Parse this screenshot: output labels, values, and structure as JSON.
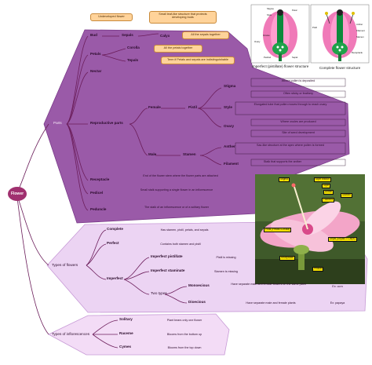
{
  "root": "Flower",
  "parts": {
    "label": "Parts",
    "bud": "Bud",
    "sepals": "Sepals",
    "calyx": "Calyx",
    "petals": "Petals",
    "corolla": "Corolla",
    "tepals": "Tepals",
    "nectar": "Nectar",
    "repro": "Reproductive parts",
    "female": "Female",
    "pistil": "Pistil",
    "stigma": "Stigma",
    "style": "Style",
    "ovary": "Ovary",
    "male": "Male",
    "stamen": "Stamen",
    "anther": "Anther",
    "filament": "Filament",
    "receptacle": "Receptacle",
    "pedicel": "Pedicel",
    "peduncle": "Peduncle"
  },
  "notes": {
    "bud": "Undeveloped flower",
    "sepals": "Small leaf-like structure that protects developing buds",
    "calyx": "All the sepals together",
    "corolla": "All the petals together",
    "tepals": "Term if Petals and sepals are indistinguishable"
  },
  "descs": {
    "stigma": "Where pollen is deposited",
    "stigma2": "Often sticky or feathery",
    "style": "Elongated tube that pollen moves through to reach ovary",
    "ovary": "Where ovules are produced",
    "ovary2": "Site of seed development",
    "anther": "Sac-like structure at the apex where pollen is formed",
    "filament": "Stalk that supports the anther",
    "receptacle": "End of the flower stem where the flower parts are attached",
    "pedicel": "Small stalk supporting a single flower in an inflorescence",
    "peduncle": "The stalk of an inflorescence or of a solitary flower"
  },
  "types": {
    "label": "Types of flowers",
    "complete": "Complete",
    "complete_d": "Has stamen, pistil, petals, and sepals",
    "perfect": "Perfect",
    "perfect_d": "Contains both stamen and pistil",
    "imperfect": "Imperfect",
    "imp_pist": "Imperfect pistillate",
    "imp_pist_d": "Pistil is missing",
    "imp_stam": "Imperfect staminate",
    "imp_stam_d": "Stamen is missing",
    "two": "Two types",
    "mono": "Monoecious",
    "mono_d": "Have separate male and female flowers on the same plant",
    "mono_ex": "Ex: corn",
    "dio": "Dioecious",
    "dio_d": "Have separate male and female plants",
    "dio_ex": "Ex: papaya"
  },
  "infl": {
    "label": "Types of inflorescences",
    "solitary": "Solitary",
    "solitary_d": "Plant bears only one flower",
    "raceme": "Raceme",
    "raceme_d": "Blooms from the bottom up",
    "cymes": "Cymes",
    "cymes_d": "Blooms from the top down"
  },
  "figures": {
    "imperfect_caption": "Imperfect (pistillate) flower structure",
    "complete_caption": "Complete flower structure",
    "diagram_labels": [
      "Stigma",
      "Style",
      "Ovules",
      "Ovary",
      "Pedicel",
      "Petal",
      "Sepal",
      "Pistil",
      "Anther",
      "Filament",
      "Stamen",
      "Receptacle"
    ],
    "photo_labels": [
      "Stigma",
      "Style branch",
      "Style",
      "Anther",
      "Stamen",
      "Filament",
      "Petal (Petals=Corolla)",
      "Sepal (Sepals = Calyx)",
      "Receptacle",
      "Pedicel"
    ]
  },
  "colors": {
    "root": "#a0306f",
    "parts_region": "#9a5aa8",
    "types_region": "#ecd4f3",
    "infl_region": "#f3dcf6",
    "note_bg": "#ffd39a",
    "lines": "#6b1d5a"
  }
}
